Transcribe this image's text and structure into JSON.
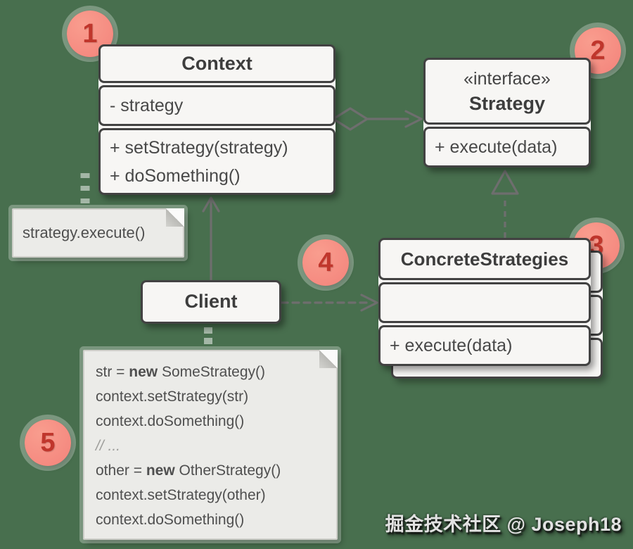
{
  "colors": {
    "background": "#486f4e",
    "box_fill": "#f7f6f4",
    "box_border": "#424242",
    "note_fill": "#ebebe8",
    "connector_gray": "#6e6e6e",
    "note_connector_light": "rgba(255,255,255,0.5)",
    "marker_fill": "#f3837b",
    "marker_number": "#c0362c"
  },
  "classes": {
    "context": {
      "title": "Context",
      "attributes": [
        "- strategy"
      ],
      "methods": [
        "+ setStrategy(strategy)",
        "+ doSomething()"
      ]
    },
    "strategy": {
      "stereotype": "«interface»",
      "title": "Strategy",
      "methods": [
        "+ execute(data)"
      ]
    },
    "concrete_strategies": {
      "title": "ConcreteStrategies",
      "attributes": [],
      "methods": [
        "+ execute(data)"
      ]
    },
    "client": {
      "title": "Client"
    }
  },
  "notes": {
    "strategy_note": {
      "text": "strategy.execute()"
    },
    "code_note": {
      "lines": [
        {
          "segments": [
            {
              "text": "str = "
            },
            {
              "text": "new",
              "bold": true
            },
            {
              "text": " SomeStrategy()"
            }
          ]
        },
        {
          "segments": [
            {
              "text": "context.setStrategy(str)"
            }
          ]
        },
        {
          "segments": [
            {
              "text": "context.doSomething()"
            }
          ]
        },
        {
          "segments": [
            {
              "text": "// ...",
              "muted": true
            }
          ]
        },
        {
          "segments": [
            {
              "text": "other = "
            },
            {
              "text": "new",
              "bold": true
            },
            {
              "text": " OtherStrategy()"
            }
          ]
        },
        {
          "segments": [
            {
              "text": "context.setStrategy(other)"
            }
          ]
        },
        {
          "segments": [
            {
              "text": "context.doSomething()"
            }
          ]
        }
      ]
    }
  },
  "markers": [
    {
      "label": "1"
    },
    {
      "label": "2"
    },
    {
      "label": "3"
    },
    {
      "label": "4"
    },
    {
      "label": "5"
    }
  ],
  "watermark": {
    "text": "掘金技术社区 @ Joseph18"
  }
}
